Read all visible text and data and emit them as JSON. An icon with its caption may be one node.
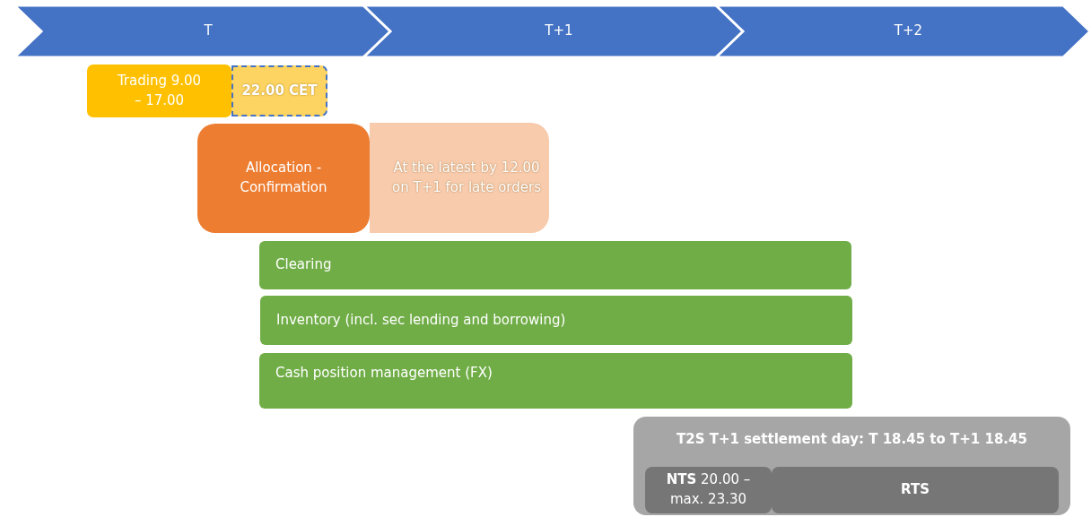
{
  "diagram": {
    "nodes": [
      {
        "text": [
          "T"
        ]
      },
      {
        "text": [
          "T+1"
        ]
      },
      {
        "text": [
          "T+2"
        ]
      },
      {
        "text": [
          "22.00 CET"
        ]
      },
      {
        "text": [
          "Trading 9.00 – 17.00"
        ]
      },
      {
        "text": [
          "At the latest by 12.00 on T+1 for late orders"
        ]
      },
      {
        "text": [
          "Allocation - Confirmation"
        ]
      },
      {
        "text": [
          "Clearing"
        ]
      },
      {
        "text": [
          "Inventory (incl. sec lending and borrowing)"
        ]
      },
      {
        "text": [
          "Cash position management (FX)"
        ]
      },
      {
        "text": [
          "T2S T+1 settlement day: T 18.45 to T+1 18.45"
        ]
      },
      {
        "text": [
          "**NTS** 20.00 – max. 23.30"
        ],
        "in": 10
      },
      {
        "text": [
          "RTS"
        ],
        "in": 10
      }
    ]
  }
}
